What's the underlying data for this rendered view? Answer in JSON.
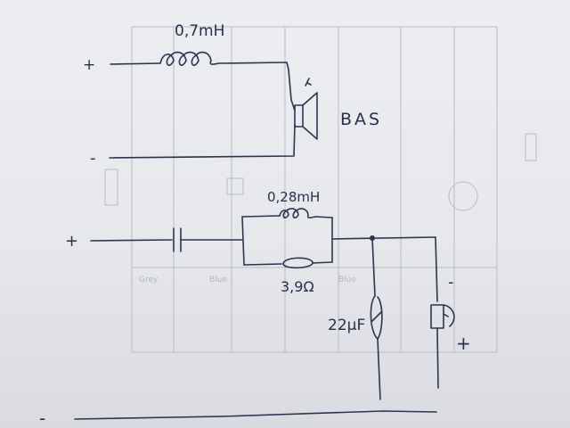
{
  "diagram": {
    "top_circuit": {
      "plus": "+",
      "minus": "-",
      "inductor_value": "0,7mH",
      "speaker_label": "BAS"
    },
    "bottom_circuit": {
      "plus": "+",
      "minus": "-",
      "inductor_value": "0,28mH",
      "resistor_value": "3,9Ω",
      "capacitor_value": "22μF",
      "speaker_minus": "-",
      "speaker_plus": "+"
    }
  },
  "colors": {
    "ink": "#2b3550",
    "paper": "#e6e8ec",
    "show_through": "#b9bcc6"
  }
}
